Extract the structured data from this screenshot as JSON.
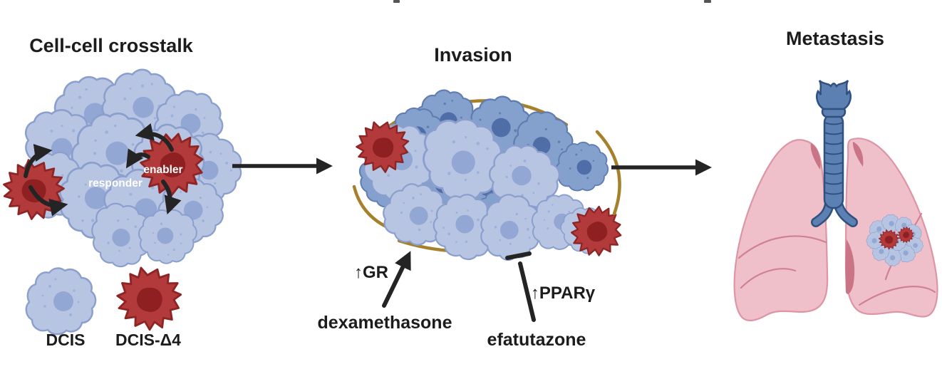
{
  "titles": {
    "crosstalk": "Cell-cell crosstalk",
    "invasion": "Invasion",
    "metastasis": "Metastasis"
  },
  "crosstalk": {
    "enabler_label": "enabler",
    "responder_label": "responder",
    "legend": [
      {
        "label": "DCIS"
      },
      {
        "label": "DCIS-Δ4"
      }
    ]
  },
  "invasion": {
    "gr_label": "↑GR",
    "dexamethasone_label": "dexamethasone",
    "ppar_label": "↑PPARγ",
    "efatutazone_label": "efatutazone"
  },
  "colors": {
    "ink": "#242424",
    "label_ink": "#1c1c1c",
    "label_on_red": "#ffffff",
    "cell_light": "#b7c5e3",
    "cell_light_stroke": "#8b9fce",
    "nucleus_light": "#92a7d3",
    "cell_mid": "#84a0cd",
    "cell_mid_stroke": "#5f7cb0",
    "nucleus_mid": "#4f6da6",
    "red_cell": "#b23a3b",
    "red_cell_stroke": "#8e2424",
    "red_nucleus": "#8e2022",
    "fiber": "#a5812c",
    "lung": "#f0c0ca",
    "lung_stroke": "#dd95a5",
    "lung_shadow": "#c97487",
    "lung_fissure": "#cf8194",
    "trachea": "#5b80b1",
    "trachea_stroke": "#30517f"
  }
}
